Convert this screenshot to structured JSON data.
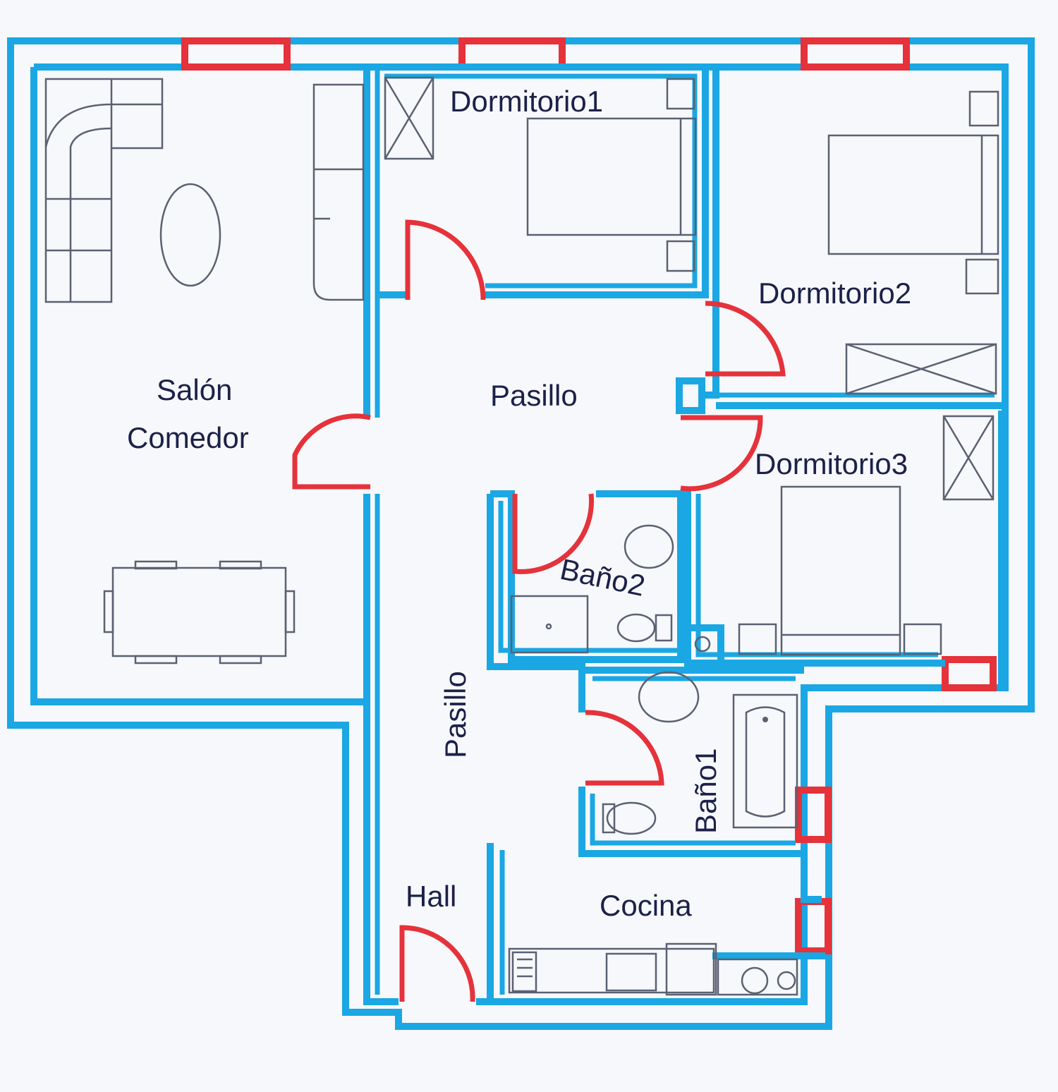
{
  "rooms": {
    "dormitorio1": "Dormitorio1",
    "dormitorio2": "Dormitorio2",
    "dormitorio3": "Dormitorio3",
    "salon_line1": "Salón",
    "salon_line2": "Comedor",
    "pasillo_top": "Pasillo",
    "pasillo_side": "Pasillo",
    "bano2": "Baño2",
    "bano1": "Baño1",
    "hall": "Hall",
    "cocina": "Cocina"
  },
  "colors": {
    "walls": "#1aa7e3",
    "doors_windows": "#e5323b",
    "labels": "#1b2148"
  }
}
